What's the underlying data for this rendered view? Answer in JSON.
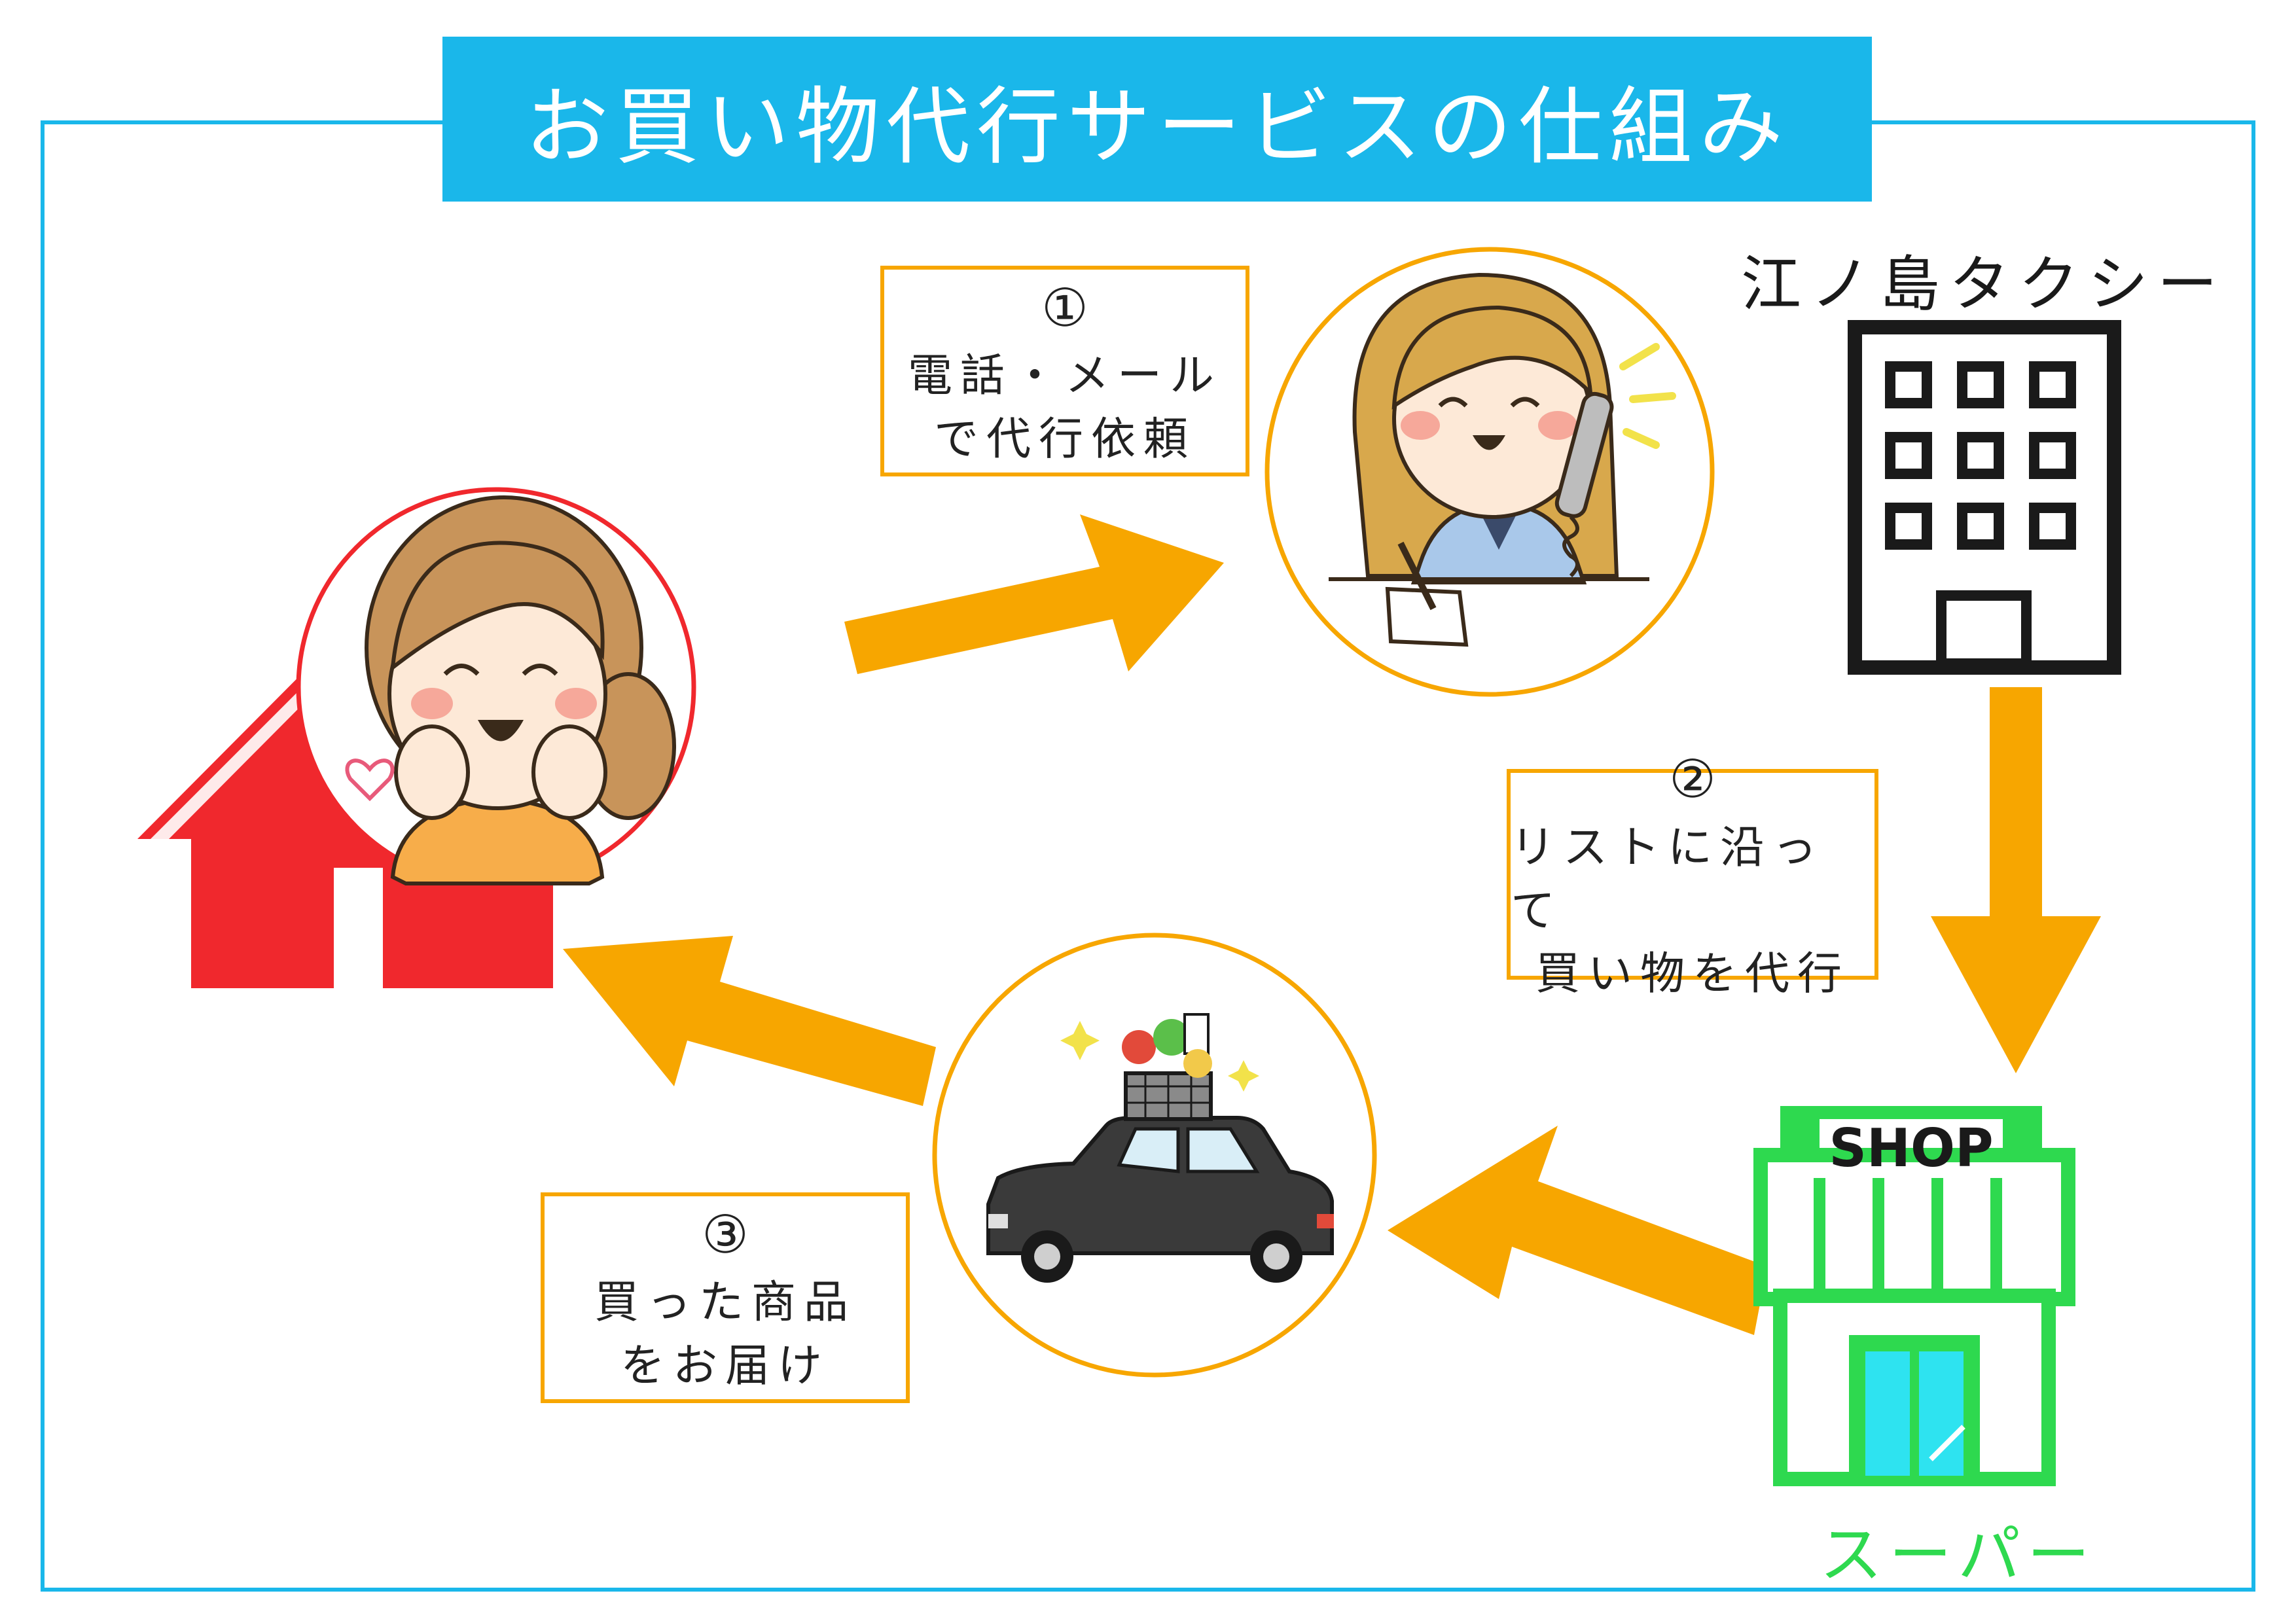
{
  "title": "お買い物代行サービスの仕組み",
  "steps": [
    {
      "num": "①",
      "line1": "電話・メール",
      "line2": "で代行依頼"
    },
    {
      "num": "②",
      "line1": "リストに沿って",
      "line2": "買い物を代行"
    },
    {
      "num": "③",
      "line1": "買った商品",
      "line2": "をお届け"
    }
  ],
  "company": {
    "name": "江ノ島タクシー"
  },
  "supermarket": {
    "sign": "SHOP",
    "name": "スーパー"
  },
  "colors": {
    "accent_blue": "#1ab7ea",
    "arrow_orange": "#f7a600",
    "house_red": "#f0282d",
    "shop_green": "#2ed94f",
    "building_black": "#1a1a1a"
  },
  "icons": [
    "house-icon",
    "customer-woman-icon",
    "operator-woman-icon",
    "office-building-icon",
    "shop-icon",
    "taxi-icon",
    "shopping-cart-icon",
    "heart-icon"
  ]
}
